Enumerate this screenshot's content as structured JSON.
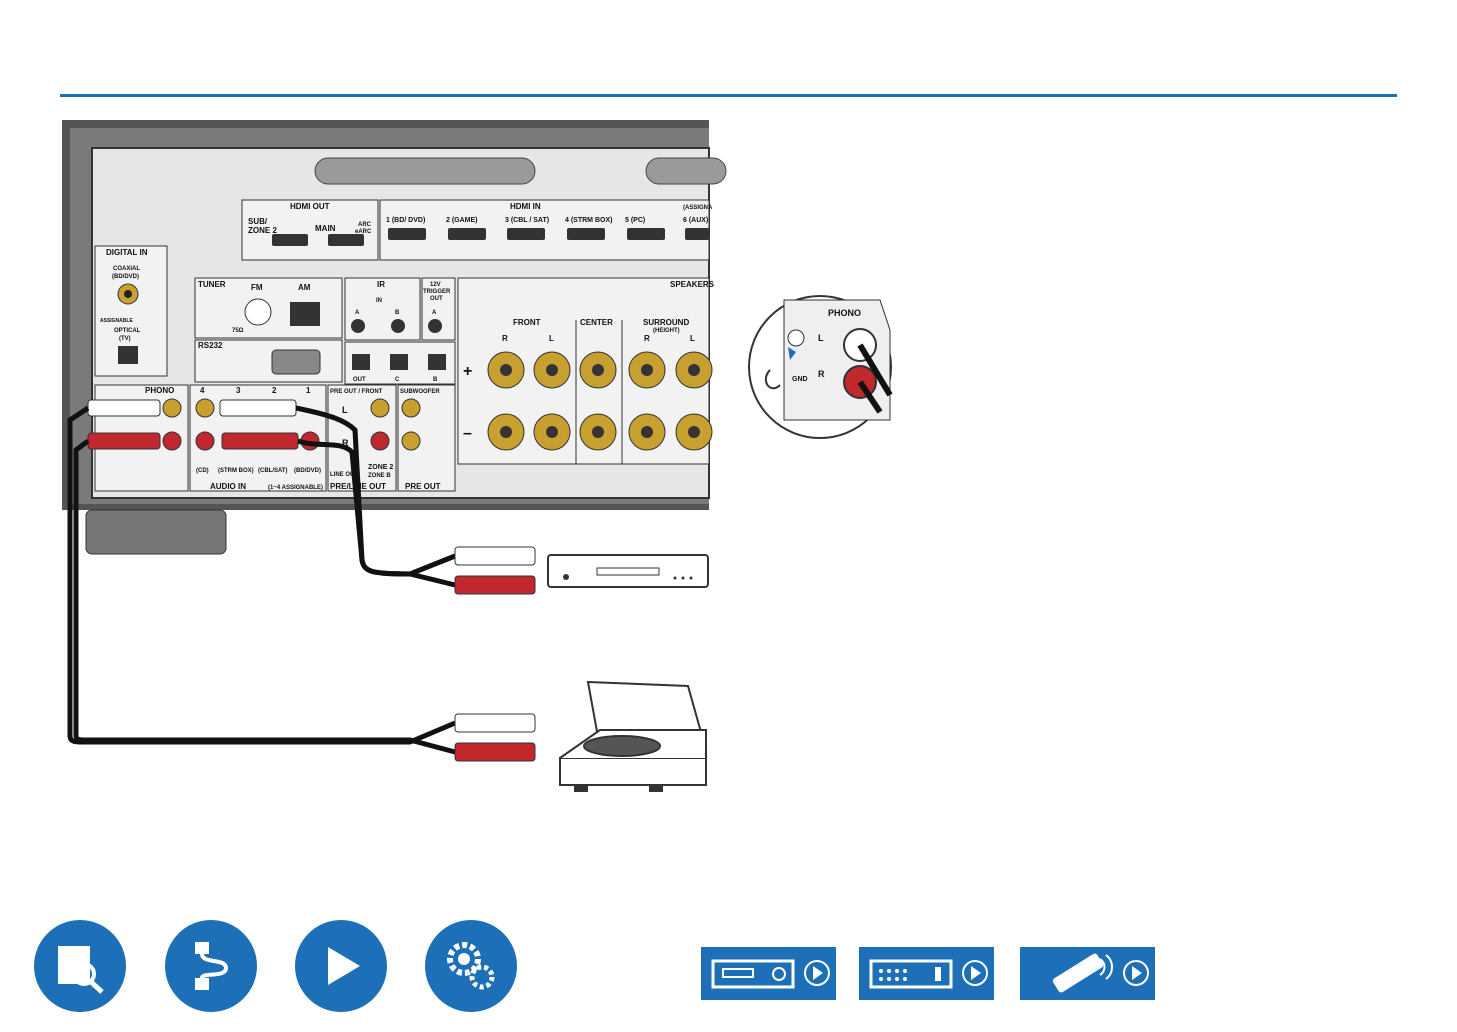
{
  "receiver": {
    "hdmi_out": {
      "header": "HDMI OUT",
      "sub_label_1": "SUB/",
      "sub_label_2": "ZONE 2",
      "main_label": "MAIN",
      "arc_1": "ARC",
      "arc_2": "eARC"
    },
    "hdmi_in": {
      "header": "HDMI IN",
      "assignable": "(ASSIGNA",
      "ports": [
        "1 (BD/ DVD)",
        "2 (GAME)",
        "3 (CBL / SAT)",
        "4 (STRM BOX)",
        "5 (PC)",
        "6 (AUX)"
      ]
    },
    "digital_in": {
      "header": "DIGITAL IN",
      "coaxial_1": "COAXIAL",
      "coaxial_2": "(BD/DVD)",
      "assignable": "ASSIGNABLE",
      "optical_1": "OPTICAL",
      "optical_2": "(TV)"
    },
    "tuner": {
      "header": "TUNER",
      "fm": "FM",
      "am": "AM",
      "ohm": "75Ω"
    },
    "rs232": "RS232",
    "ir": {
      "header": "IR",
      "in": "IN",
      "a": "A",
      "b": "B"
    },
    "trigger": {
      "line1": "12V",
      "line2": "TRIGGER",
      "line3": "OUT",
      "a": "A"
    },
    "zone_labels": {
      "out": "OUT",
      "c": "C",
      "b": "B"
    },
    "speakers": {
      "header": "SPEAKERS",
      "front": "FRONT",
      "center": "CENTER",
      "surround": "SURROUND",
      "height": "(HEIGHT)",
      "r": "R",
      "l": "L",
      "plus": "+",
      "minus": "–"
    },
    "phono": "PHONO",
    "audio_in": {
      "numbers": [
        "4",
        "3",
        "2",
        "1"
      ],
      "sources": [
        "(CD)",
        "(STRM BOX)",
        "(CBL/SAT)",
        "(BD/DVD)"
      ],
      "footer": "AUDIO IN",
      "assignable": "(1~4 ASSIGNABLE)"
    },
    "pre_out_front": "PRE OUT / FRONT",
    "line_out": "LINE OUT",
    "zone2": "ZONE 2",
    "zone_b": "ZONE B",
    "pre_line_out": "PRE/LINE OUT",
    "subwoofer": "SUBWOOFER",
    "pre_out": "PRE OUT",
    "l": "L",
    "r": "R"
  },
  "inset": {
    "phono": "PHONO",
    "l": "L",
    "r": "R",
    "gnd": "GND"
  },
  "nav": {
    "icons": [
      "manual-book-icon",
      "cable-connection-icon",
      "play-icon",
      "settings-gears-icon"
    ],
    "device_icons": [
      "front-panel-icon",
      "rear-panel-icon",
      "remote-control-icon"
    ],
    "accent": "#1d70b7"
  }
}
